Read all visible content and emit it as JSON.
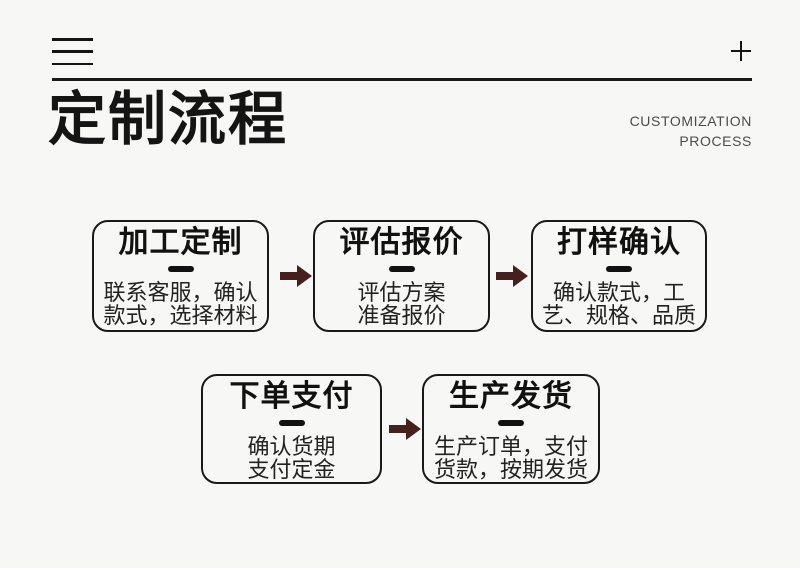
{
  "header": {
    "menu_icon": "hamburger-icon",
    "plus_icon": "plus-icon"
  },
  "title": {
    "main": "定制流程",
    "subtitle_line1": "CUSTOMIZATION",
    "subtitle_line2": "PROCESS"
  },
  "flow": {
    "steps": [
      {
        "title": "加工定制",
        "line1": "联系客服，确认",
        "line2": "款式，选择材料"
      },
      {
        "title": "评估报价",
        "line1": "评估方案",
        "line2": "准备报价"
      },
      {
        "title": "打样确认",
        "line1": "确认款式，工",
        "line2": "艺、规格、品质"
      },
      {
        "title": "下单支付",
        "line1": "确认货期",
        "line2": "支付定金"
      },
      {
        "title": "生产发货",
        "line1": "生产订单，支付",
        "line2": "货款，按期发货"
      }
    ]
  },
  "colors": {
    "background": "#f7f7f5",
    "border": "#191919",
    "arrow": "#45201d",
    "text_primary": "#141414",
    "text_secondary": "#4b4b4b"
  }
}
